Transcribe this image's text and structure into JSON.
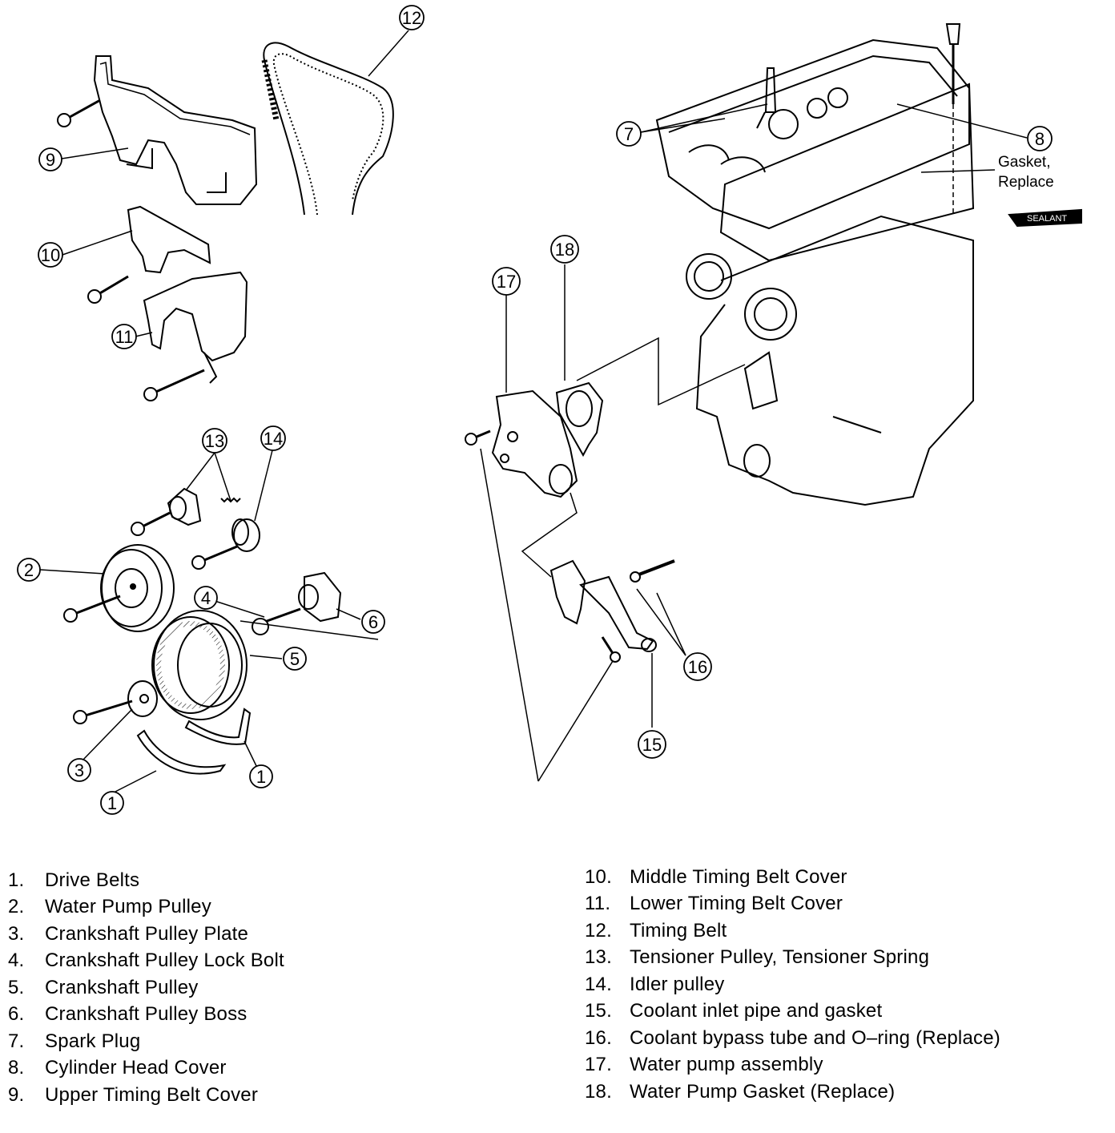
{
  "diagram": {
    "callouts": [
      "12",
      "9",
      "10",
      "11",
      "13",
      "14",
      "2",
      "4",
      "6",
      "5",
      "3",
      "1",
      "1",
      "7",
      "8",
      "18",
      "17",
      "16",
      "15"
    ],
    "gasket_note_line1": "Gasket,",
    "gasket_note_line2": "Replace",
    "sealant_label": "SEALANT"
  },
  "legend": {
    "left": [
      {
        "num": "1.",
        "label": "Drive Belts"
      },
      {
        "num": "2.",
        "label": "Water Pump Pulley"
      },
      {
        "num": "3.",
        "label": "Crankshaft Pulley Plate"
      },
      {
        "num": "4.",
        "label": "Crankshaft Pulley Lock Bolt"
      },
      {
        "num": "5.",
        "label": "Crankshaft Pulley"
      },
      {
        "num": "6.",
        "label": "Crankshaft Pulley Boss"
      },
      {
        "num": "7.",
        "label": "Spark Plug"
      },
      {
        "num": "8.",
        "label": "Cylinder Head Cover"
      },
      {
        "num": "9.",
        "label": "Upper Timing Belt Cover"
      }
    ],
    "right": [
      {
        "num": "10.",
        "label": "Middle Timing Belt Cover"
      },
      {
        "num": "11.",
        "label": "Lower Timing Belt Cover"
      },
      {
        "num": "12.",
        "label": "Timing Belt"
      },
      {
        "num": "13.",
        "label": "Tensioner Pulley, Tensioner Spring"
      },
      {
        "num": "14.",
        "label": "Idler pulley"
      },
      {
        "num": "15.",
        "label": "Coolant inlet pipe and gasket"
      },
      {
        "num": "16.",
        "label": "Coolant bypass tube and O–ring (Replace)"
      },
      {
        "num": "17.",
        "label": "Water pump assembly"
      },
      {
        "num": "18.",
        "label": "Water Pump Gasket (Replace)"
      }
    ]
  }
}
